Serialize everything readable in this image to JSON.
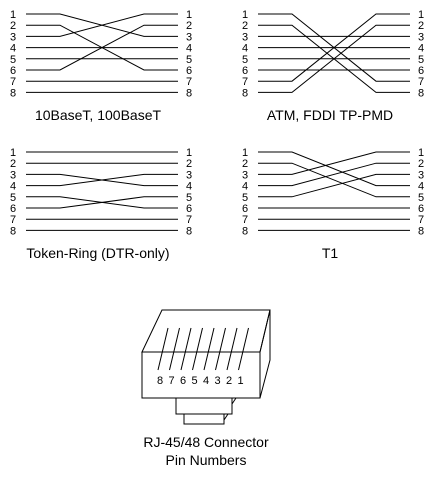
{
  "diagrams": [
    {
      "caption": "10BaseT, 100BaseT",
      "left_pins": [
        "1",
        "2",
        "3",
        "4",
        "5",
        "6",
        "7",
        "8"
      ],
      "right_pins": [
        "1",
        "2",
        "3",
        "4",
        "5",
        "6",
        "7",
        "8"
      ],
      "mapping": [
        3,
        6,
        1,
        4,
        5,
        2,
        7,
        8
      ]
    },
    {
      "caption": "ATM, FDDI TP-PMD",
      "left_pins": [
        "1",
        "2",
        "3",
        "4",
        "5",
        "6",
        "7",
        "8"
      ],
      "right_pins": [
        "1",
        "2",
        "3",
        "4",
        "5",
        "6",
        "7",
        "8"
      ],
      "mapping": [
        7,
        8,
        3,
        4,
        5,
        6,
        1,
        2
      ]
    },
    {
      "caption": "Token-Ring (DTR-only)",
      "left_pins": [
        "1",
        "2",
        "3",
        "4",
        "5",
        "6",
        "7",
        "8"
      ],
      "right_pins": [
        "1",
        "2",
        "3",
        "4",
        "5",
        "6",
        "7",
        "8"
      ],
      "mapping": [
        1,
        2,
        4,
        3,
        6,
        5,
        7,
        8
      ]
    },
    {
      "caption": "T1",
      "left_pins": [
        "1",
        "2",
        "3",
        "4",
        "5",
        "6",
        "7",
        "8"
      ],
      "right_pins": [
        "1",
        "2",
        "3",
        "4",
        "5",
        "6",
        "7",
        "8"
      ],
      "mapping": [
        4,
        5,
        1,
        2,
        3,
        6,
        7,
        8
      ]
    }
  ],
  "connector": {
    "pin_labels": [
      "8",
      "7",
      "6",
      "5",
      "4",
      "3",
      "2",
      "1"
    ],
    "caption_line1": "RJ-45/48 Connector",
    "caption_line2": "Pin Numbers"
  }
}
